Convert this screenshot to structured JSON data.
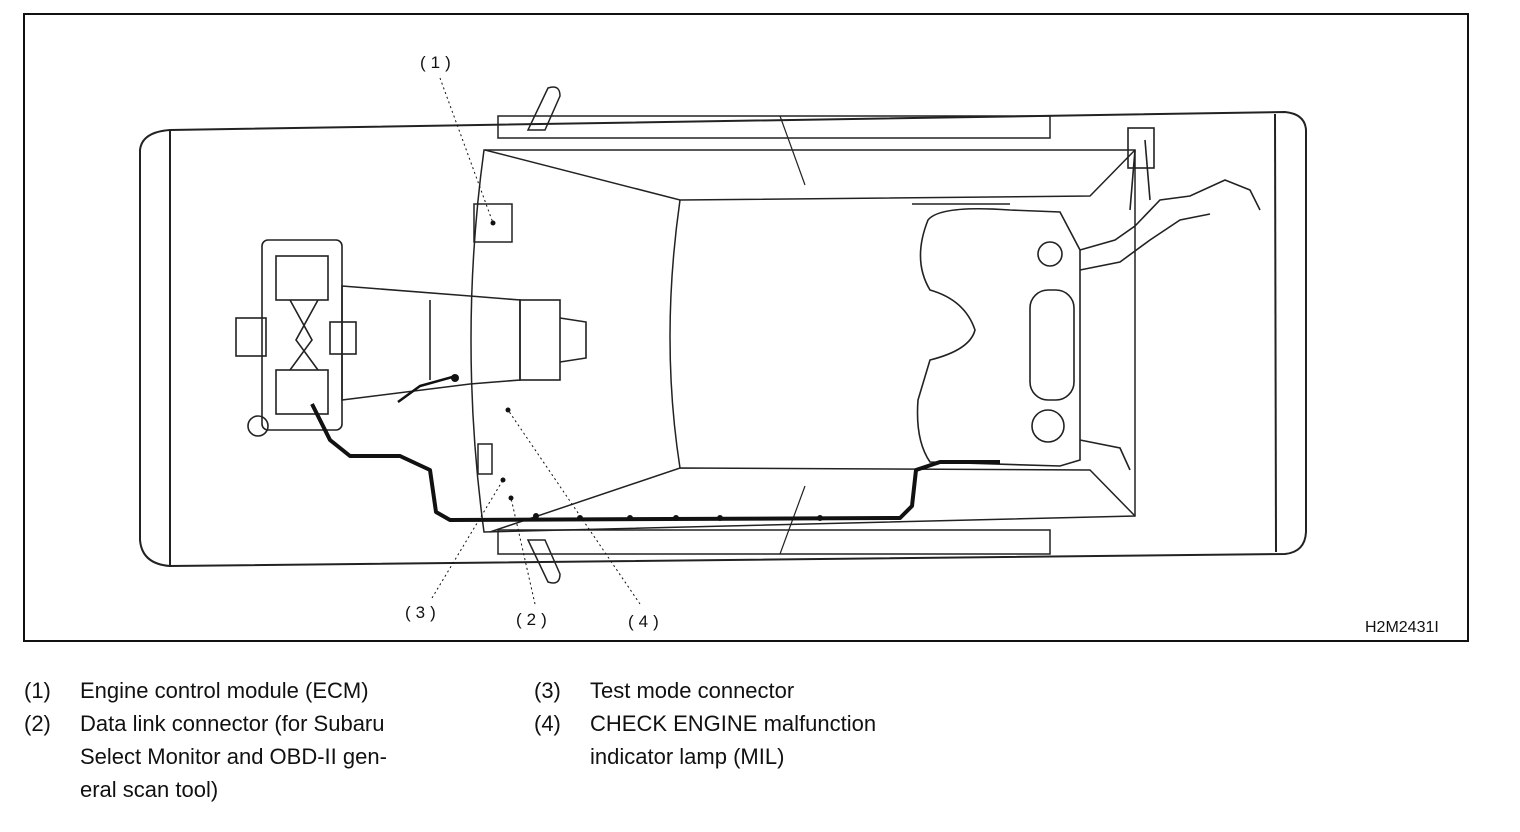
{
  "figure": {
    "code": "H2M2431I",
    "callouts": {
      "c1": "(1)",
      "c2": "(2)",
      "c3": "(3)",
      "c4": "(4)"
    }
  },
  "legend": [
    {
      "num": "(1)",
      "text": "Engine control module (ECM)"
    },
    {
      "num": "(2)",
      "text": "Data link connector (for Subaru\nSelect Monitor and OBD-II gen-\neral scan tool)"
    },
    {
      "num": "(3)",
      "text": "Test mode connector"
    },
    {
      "num": "(4)",
      "text": "CHECK ENGINE malfunction\nindicator lamp (MIL)"
    }
  ]
}
